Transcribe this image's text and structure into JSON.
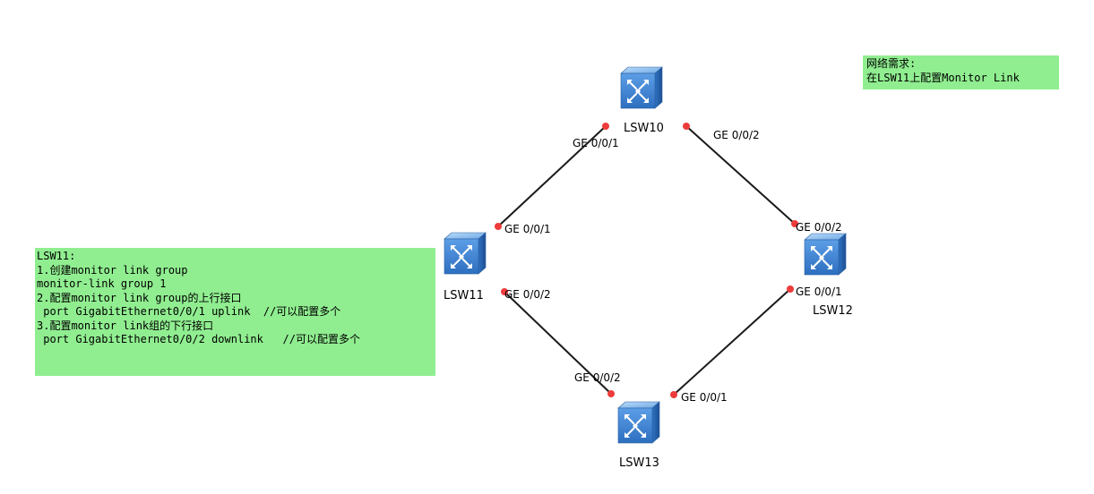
{
  "devices": [
    {
      "id": "LSW10",
      "label": "LSW10"
    },
    {
      "id": "LSW11",
      "label": "LSW11"
    },
    {
      "id": "LSW12",
      "label": "LSW12"
    },
    {
      "id": "LSW13",
      "label": "LSW13"
    }
  ],
  "links": [
    {
      "from": "LSW10",
      "to": "LSW11",
      "from_port": "GE 0/0/1",
      "to_port": "GE 0/0/1"
    },
    {
      "from": "LSW10",
      "to": "LSW12",
      "from_port": "GE 0/0/2",
      "to_port": "GE 0/0/2"
    },
    {
      "from": "LSW11",
      "to": "LSW13",
      "from_port": "GE 0/0/2",
      "to_port": "GE 0/0/2"
    },
    {
      "from": "LSW12",
      "to": "LSW13",
      "from_port": "GE 0/0/1",
      "to_port": "GE 0/0/1"
    }
  ],
  "notes": {
    "left": {
      "lines": [
        "LSW11:",
        "1.创建monitor link group",
        "monitor-link group 1",
        "2.配置monitor link group的上行接口",
        " port GigabitEthernet0/0/1 uplink  //可以配置多个",
        "3.配置monitor link组的下行接口",
        " port GigabitEthernet0/0/2 downlink   //可以配置多个"
      ]
    },
    "right": {
      "lines": [
        "网络需求:",
        "在LSW11上配置Monitor Link"
      ]
    }
  },
  "colors": {
    "note_bg": "#90ee90",
    "port_dot": "#ee3b3b",
    "link": "#1a1a1a",
    "switch_body": "#4a8fd6"
  }
}
